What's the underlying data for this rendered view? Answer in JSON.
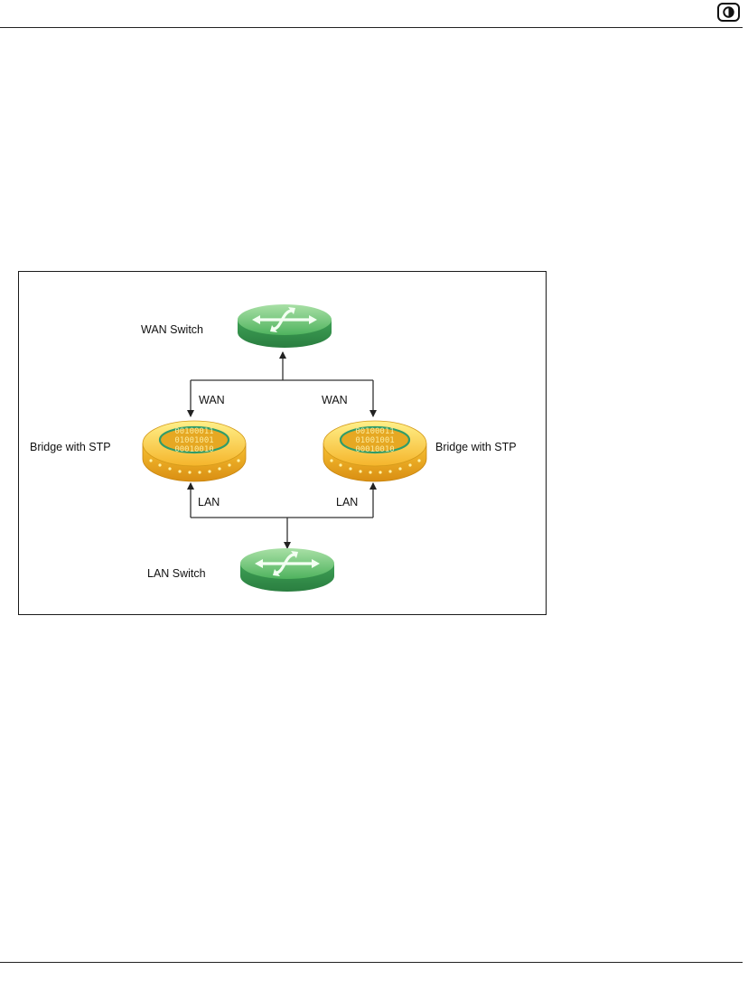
{
  "diagram": {
    "nodes": {
      "wan_switch": {
        "label": "WAN Switch",
        "icon": "switch-icon",
        "color": "#5cbf6b"
      },
      "bridge_left": {
        "label": "Bridge with STP",
        "icon": "bridge-icon",
        "color": "#f2b829"
      },
      "bridge_right": {
        "label": "Bridge with STP",
        "icon": "bridge-icon",
        "color": "#f2b829"
      },
      "lan_switch": {
        "label": "LAN Switch",
        "icon": "switch-icon",
        "color": "#5cbf6b"
      }
    },
    "ports": {
      "left_wan": "WAN",
      "right_wan": "WAN",
      "left_lan": "LAN",
      "right_lan": "LAN"
    },
    "bits_text": [
      "00100011",
      "01001001",
      "00010010"
    ]
  }
}
